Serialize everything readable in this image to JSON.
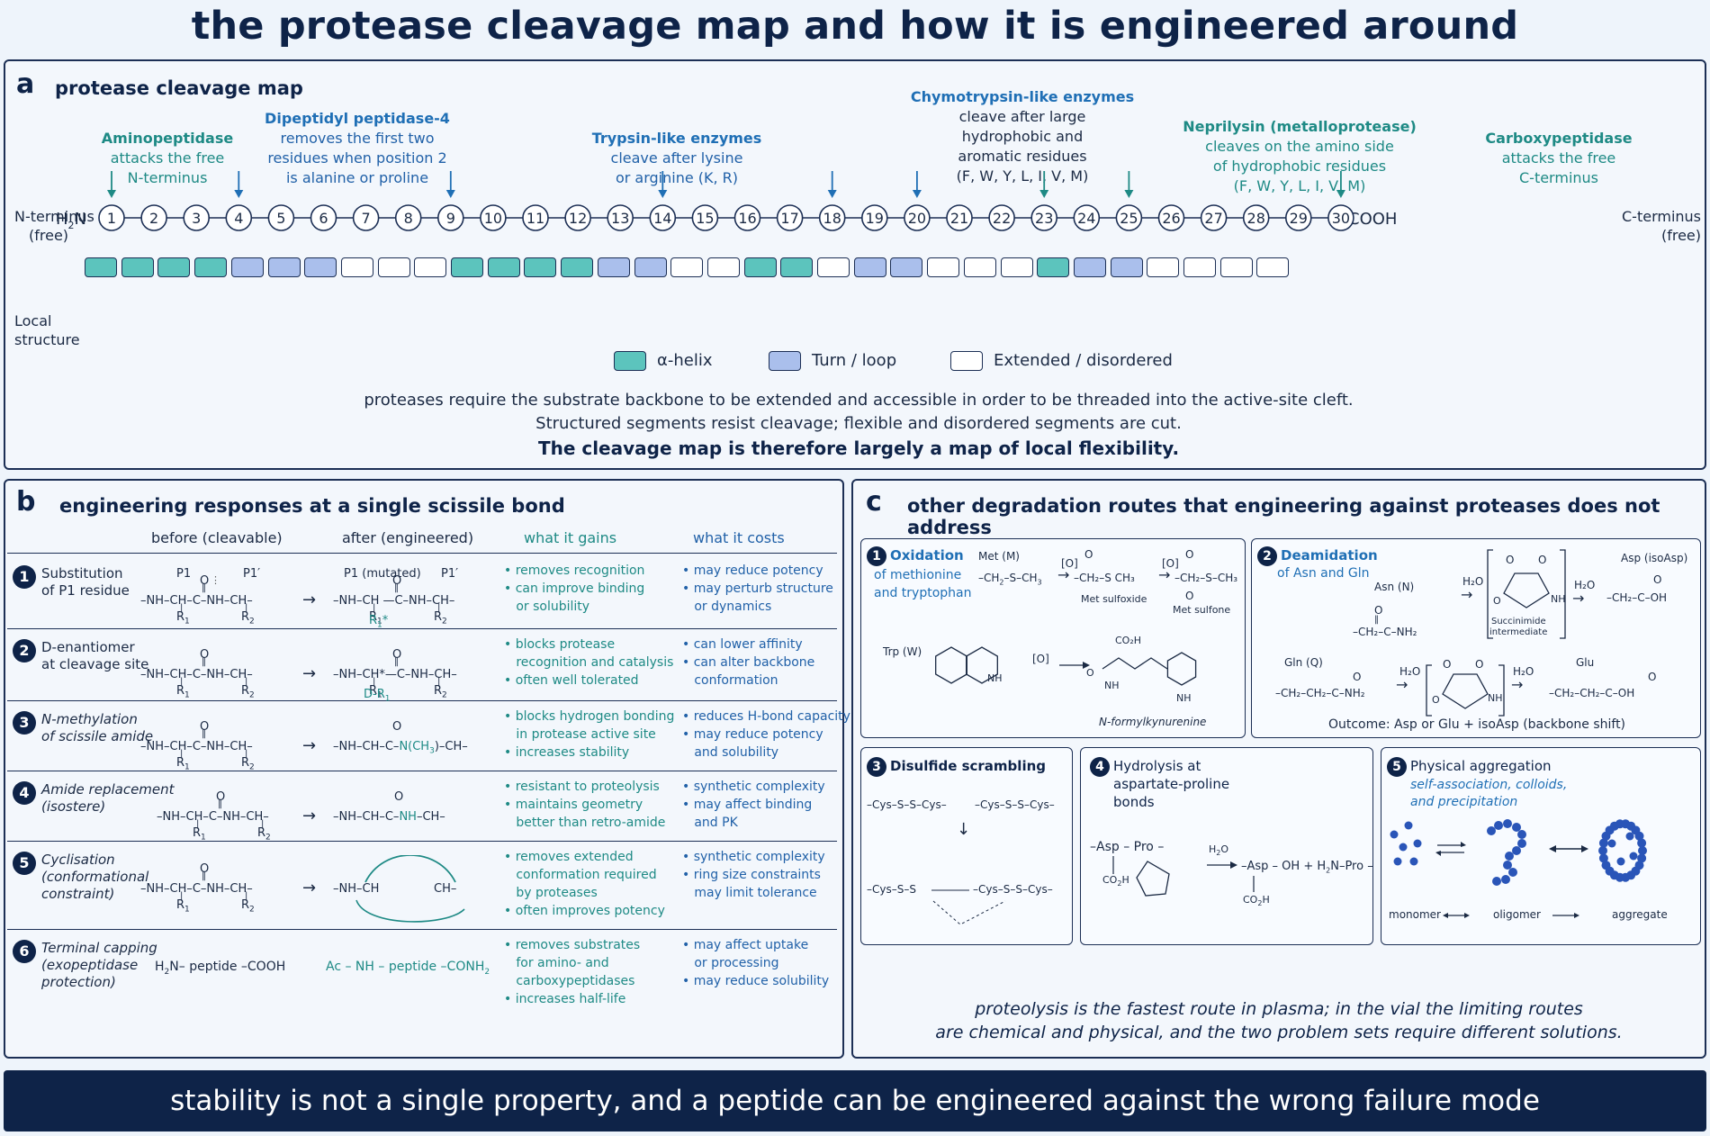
{
  "page_title": "the protease cleavage map and how it is engineered around",
  "panel_a": {
    "letter": "a",
    "title": "protease cleavage map",
    "enzymes": [
      {
        "name": "Aminopeptidase",
        "desc": [
          "attacks the free",
          "N-terminus"
        ]
      },
      {
        "name": "Dipeptidyl peptidase-4",
        "desc": [
          "removes the first two",
          "residues when position 2",
          "is alanine or proline"
        ]
      },
      {
        "name": "Trypsin-like enzymes",
        "desc": [
          "cleave after lysine",
          "or arginine (K, R)"
        ]
      },
      {
        "name": "Chymotrypsin-like enzymes",
        "desc": [
          "cleave after large",
          "hydrophobic and",
          "aromatic residues",
          "(F, W, Y, L, I, V, M)"
        ]
      },
      {
        "name": "Neprilysin (metalloprotease)",
        "desc": [
          "cleaves on the amino side",
          "of hydrophobic residues",
          "(F, W, Y, L, I, V, M)"
        ]
      },
      {
        "name": "Carboxypeptidase",
        "desc": [
          "attacks the free",
          "C-terminus"
        ]
      }
    ],
    "n_terminus": [
      "N-terminus",
      "(free)"
    ],
    "c_terminus": [
      "C-terminus",
      "(free)"
    ],
    "h2n": "H",
    "cooh": "COOH",
    "cleavage_arrows_at": [
      1,
      4,
      9,
      14,
      18,
      20,
      23,
      25,
      30
    ],
    "residues": [
      "1",
      "2",
      "3",
      "4",
      "5",
      "6",
      "7",
      "8",
      "9",
      "10",
      "11",
      "12",
      "13",
      "14",
      "15",
      "16",
      "17",
      "18",
      "19",
      "20",
      "21",
      "22",
      "23",
      "24",
      "25",
      "26",
      "27",
      "28",
      "29",
      "30"
    ],
    "local_structure_label": [
      "Local",
      "structure"
    ],
    "structure": [
      "h",
      "h",
      "h",
      "h",
      "t",
      "t",
      "t",
      "e",
      "e",
      "e",
      "h",
      "h",
      "h",
      "h",
      "t",
      "t",
      "e",
      "e",
      "h",
      "h",
      "e",
      "t",
      "t",
      "e",
      "e",
      "e",
      "h",
      "t",
      "t",
      "e",
      "e",
      "e",
      "e"
    ],
    "legend": {
      "helix": "α-helix",
      "turn": "Turn / loop",
      "extended": "Extended / disordered"
    },
    "notes": [
      "proteases require the substrate backbone to be extended and accessible in order to be threaded into the active-site cleft.",
      "Structured segments resist cleavage; flexible and disordered segments are cut.",
      "The cleavage map is therefore largely a map of local flexibility."
    ],
    "colors": {
      "helix": "#5cc4bd",
      "turn": "#aabfec",
      "extended": "#ffffff",
      "arrow_teal": "#1e8a85",
      "arrow_blue": "#1f6fb5"
    }
  },
  "panel_b": {
    "letter": "b",
    "title": "engineering responses at a single scissile bond",
    "headers": {
      "before": "before (cleavable)",
      "after": "after (engineered)",
      "gains": "what it gains",
      "costs": "what it costs"
    },
    "rows": [
      {
        "num": "1",
        "label": [
          "Substitution",
          "of P1 residue"
        ],
        "italic": false,
        "gains": [
          "• removes recognition",
          "• can improve binding",
          "   or solubility"
        ],
        "costs": [
          "• may reduce potency",
          "• may perturb structure",
          "   or dynamics"
        ]
      },
      {
        "num": "2",
        "label": [
          "D-enantiomer",
          "at cleavage site"
        ],
        "italic": false,
        "gains": [
          "• blocks protease",
          "   recognition and catalysis",
          "• often well tolerated"
        ],
        "costs": [
          "• can lower affinity",
          "• can alter backbone",
          "   conformation"
        ]
      },
      {
        "num": "3",
        "label": [
          "N-methylation",
          "of scissile amide"
        ],
        "italic": true,
        "gains": [
          "• blocks hydrogen bonding",
          "   in protease active site",
          "• increases stability"
        ],
        "costs": [
          "• reduces H-bond capacity",
          "• may reduce potency",
          "   and solubility"
        ]
      },
      {
        "num": "4",
        "label": [
          "Amide replacement",
          "(isostere)"
        ],
        "italic": true,
        "gains": [
          "• resistant to proteolysis",
          "• maintains geometry",
          "   better than retro-amide"
        ],
        "costs": [
          "• synthetic complexity",
          "• may affect binding",
          "   and PK"
        ]
      },
      {
        "num": "5",
        "label": [
          "Cyclisation",
          "(conformational",
          "constraint)"
        ],
        "italic": true,
        "gains": [
          "• removes extended",
          "   conformation required",
          "   by proteases",
          "• often improves potency"
        ],
        "costs": [
          "• synthetic complexity",
          "• ring size constraints",
          "   may limit tolerance"
        ]
      },
      {
        "num": "6",
        "label": [
          "Terminal capping",
          "(exopeptidase",
          "protection)"
        ],
        "italic": true,
        "gains": [
          "• removes substrates",
          "   for amino- and",
          "   carboxypeptidases",
          "• increases half-life"
        ],
        "costs": [
          "• may affect uptake",
          "   or processing",
          "• may reduce solubility"
        ]
      }
    ],
    "chem": {
      "bb_before": "–NH–CH–C–NH–CH–",
      "bb_after1": "–NH–CH   —C–NH–CH–",
      "bb_after2": "–NH–CH*—C–NH–CH–",
      "bb_after3a": "–NH–CH–C–",
      "bb_after3b": "N(CH",
      "bb_after3c": ")–CH–",
      "bb_after4a": "–NH–CH–C–",
      "bb_after4b": "NH",
      "bb_after4c": "–CH–",
      "o": "O",
      "r1": "R",
      "r2": "R",
      "one": "1",
      "two": "2",
      "three": "3",
      "p1": "P1",
      "p1p": "P1′",
      "p1m": "P1 (mutated)",
      "r1star": "R",
      "star": "*",
      "dr1": "D-R",
      "cyc_nh": "–NH–CH",
      "cyc_ch": "CH–",
      "cap_before": "H",
      "cap_before_b": "N– peptide –COOH",
      "cap_after_a": "Ac – NH –  peptide",
      "cap_after_b": " –CONH"
    }
  },
  "panel_c": {
    "letter": "c",
    "title": "other degradation routes that engineering against proteases does not address",
    "box1": {
      "num": "1",
      "title": [
        "Oxidation"
      ],
      "sub": [
        "of methionine",
        "and tryptophan"
      ],
      "met": "Met (M)",
      "ch2s": "–CH",
      "s_mid": "–S–CH",
      "ox": "[O]",
      "sulfoxide": "Met sulfoxide",
      "sulfone": "Met sulfone",
      "trp": "Trp (W)",
      "nfk": "N-formylkynurenine",
      "nh": "NH",
      "co2h": "CO",
      "o": "O",
      "s": "S",
      "ch3": "CH"
    },
    "box2": {
      "num": "2",
      "title": [
        "Deamidation"
      ],
      "sub": [
        "of Asn and Gln"
      ],
      "asn": "Asn (N)",
      "gln": "Gln (Q)",
      "asp": "Asp (isoAsp)",
      "glu": "Glu",
      "h2o": "H",
      "succ": [
        "Succinimide",
        "intermediate"
      ],
      "outcome": "Outcome: Asp or Glu + isoAsp (backbone shift)",
      "nh": "NH",
      "o": "O",
      "oh": "OH",
      "nh2": "NH"
    },
    "box3": {
      "num": "3",
      "title": [
        "Disulfide scrambling"
      ],
      "cys1": "–Cys–S–S–Cys–",
      "cys2": "–Cys–S–S–Cys–",
      "cys3": "–Cys–S–S",
      "cys4": "–Cys–S–S–Cys–"
    },
    "box4": {
      "num": "4",
      "title": [
        "Hydrolysis at",
        "aspartate-proline",
        "bonds"
      ],
      "asp": "–Asp – Pro –",
      "h2o": "H",
      "prod": "–Asp – OH  +  H",
      "prod_b": "N–Pro –",
      "co2h": "CO"
    },
    "box5": {
      "num": "5",
      "title": [
        "Physical aggregation"
      ],
      "sub": [
        "self-association, colloids,",
        "and precipitation"
      ],
      "monomer": "monomer",
      "oligomer": "oligomer",
      "aggregate": "aggregate",
      "dot_color": "#2a55b8"
    },
    "notes": [
      "proteolysis is the fastest route in plasma; in the vial the limiting routes",
      "are chemical and physical, and the two problem sets require different solutions."
    ]
  },
  "footer": "stability is not a single property, and a peptide can be engineered against the wrong failure mode"
}
